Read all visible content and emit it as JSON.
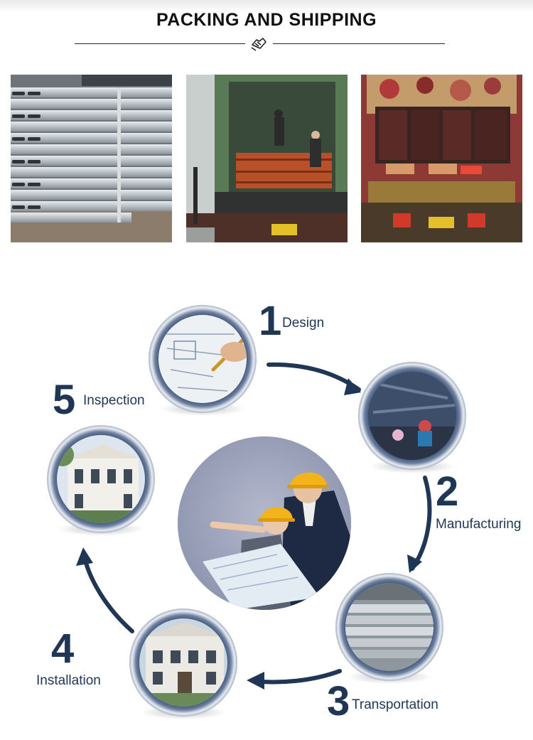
{
  "header": {
    "title": "PACKING AND SHIPPING",
    "divider_icon": "handshake-icon"
  },
  "photos": [
    {
      "subject": "bundled steel channels"
    },
    {
      "subject": "workers loading container"
    },
    {
      "subject": "loaded truck container"
    }
  ],
  "process": {
    "steps": [
      {
        "number": "1",
        "label": "Design"
      },
      {
        "number": "2",
        "label": "Manufacturing"
      },
      {
        "number": "3",
        "label": "Transportation"
      },
      {
        "number": "4",
        "label": "Installation"
      },
      {
        "number": "5",
        "label": "Inspection"
      }
    ]
  },
  "colors": {
    "accent": "#1f3654",
    "ring": "#4f6488",
    "helmet": "#f2b31b"
  }
}
